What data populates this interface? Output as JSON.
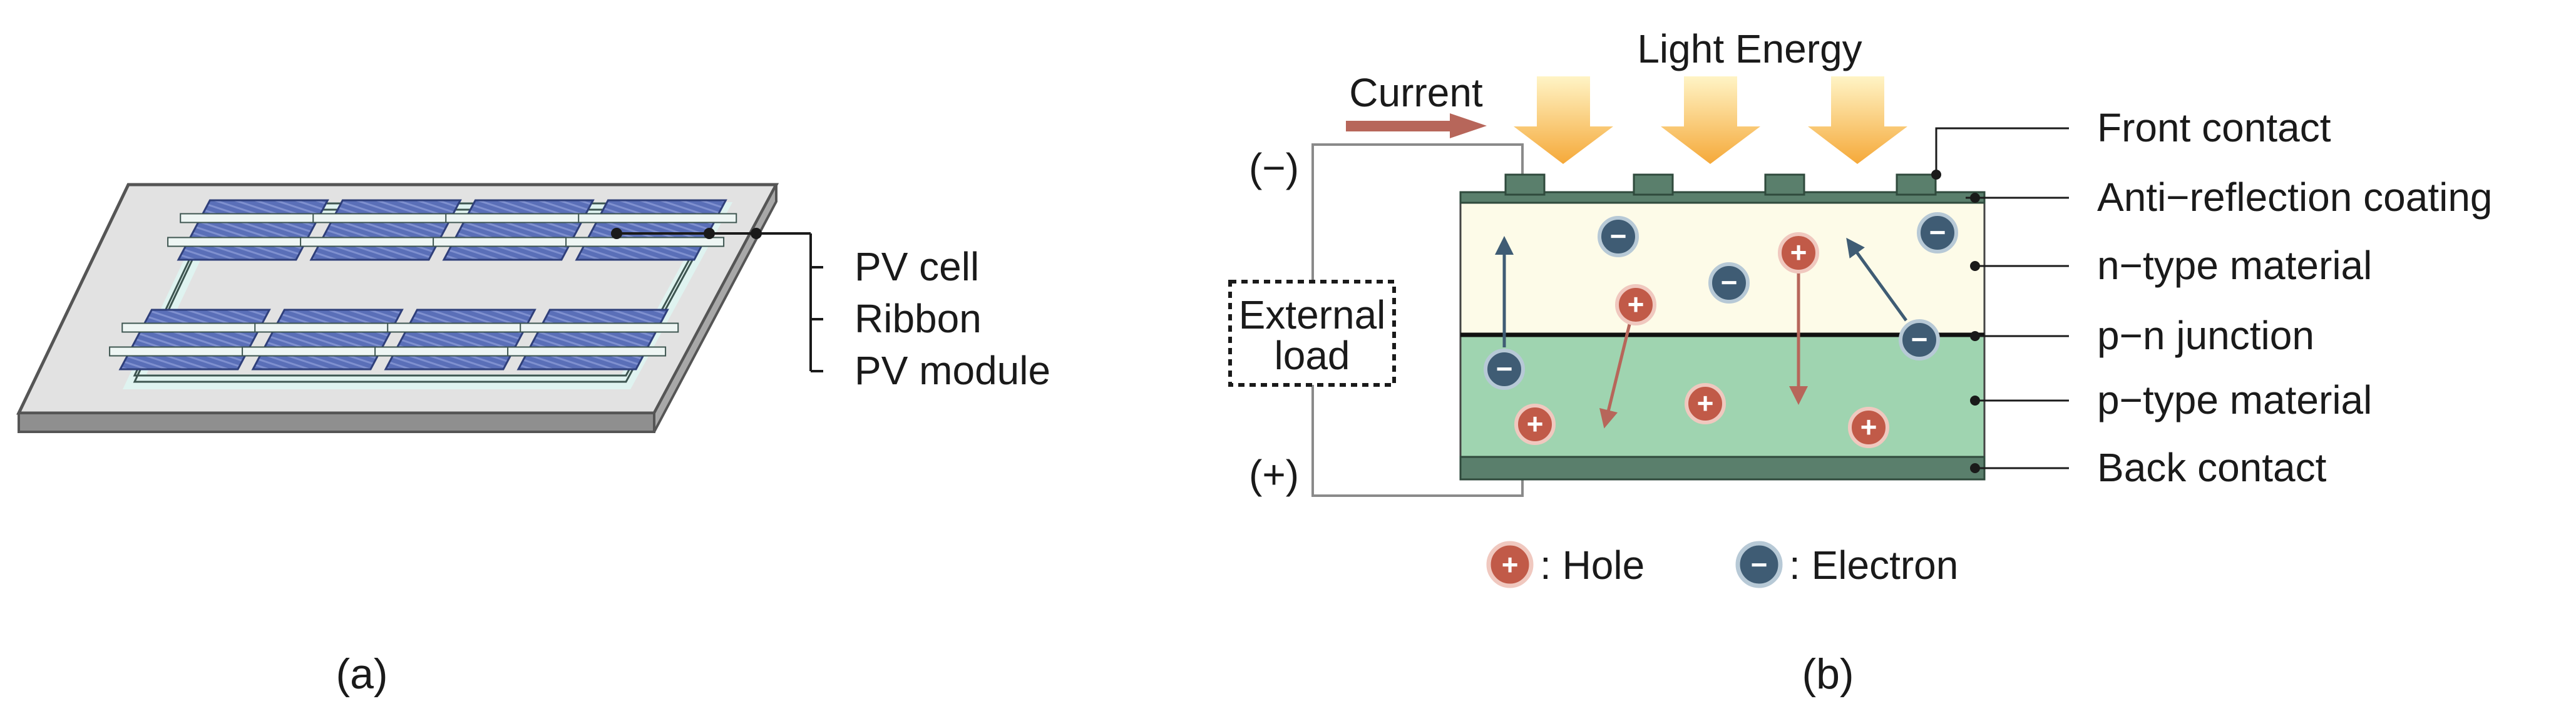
{
  "panel_a": {
    "labels": {
      "pv_cell": "PV cell",
      "ribbon": "Ribbon",
      "pv_module": "PV module"
    },
    "caption": "(a)"
  },
  "panel_b": {
    "title": "Light Energy",
    "current_label": "Current",
    "external_load": [
      "External",
      "load"
    ],
    "terminal_negative": "(−)",
    "terminal_positive": "(+)",
    "layer_labels": {
      "front_contact": "Front contact",
      "anti_reflection": "Anti−reflection coating",
      "n_type": "n−type material",
      "pn_junction": "p−n junction",
      "p_type": "p−type material",
      "back_contact": "Back contact"
    },
    "legend": {
      "hole": ": Hole",
      "electron": ": Electron"
    },
    "carrier_signs": {
      "hole": "+",
      "electron": "−"
    },
    "caption": "(b)"
  },
  "colors": {
    "cell_blue": "#5a6fb8",
    "module_gray": "#e2e2e2",
    "ribbon_cyan": "#dff3f0",
    "n_type": "#fdfbe8",
    "p_type": "#9fd4b0",
    "contact_green": "#5a7f6c",
    "hole_red": "#c15a48",
    "electron_blue": "#3f5c74",
    "sun_orange": "#f5a93a",
    "current_arrow": "#b7665a"
  },
  "icons": {
    "sun": "sun-ray-arrow-icon",
    "hole": "hole-plus-icon",
    "electron": "electron-minus-icon"
  }
}
